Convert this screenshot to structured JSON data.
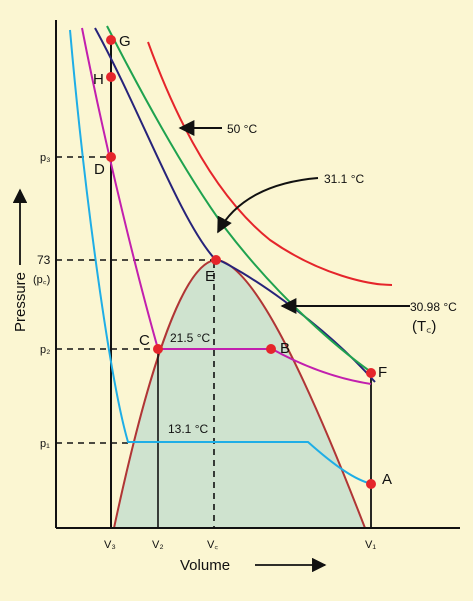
{
  "colors": {
    "background": "#fbf6d2",
    "dome_fill": "#cfe3cf",
    "dome_stroke": "#b03535",
    "isotherm_13_1": "#1faee6",
    "isotherm_21_5": "#c21fae",
    "isotherm_30_98": "#27237a",
    "isotherm_31_1": "#1fa24f",
    "isotherm_50": "#e5252b",
    "point": "#e5252b"
  },
  "axes": {
    "y_label": "Pressure",
    "x_label": "Volume",
    "y_ticks": {
      "p3": "p₃",
      "p73": "73",
      "pc": "(p꜀)",
      "p2": "p₂",
      "p1": "p₁"
    },
    "x_ticks": {
      "v3": "V₃",
      "v2": "V₂",
      "vc": "V꜀",
      "v1": "V₁"
    }
  },
  "isotherms": {
    "t50": "50 °C",
    "t31_1": "31.1 °C",
    "t30_98": "30.98 °C",
    "tc": "(T꜀)",
    "t21_5": "21.5 °C",
    "t13_1": "13.1 °C"
  },
  "points": [
    "G",
    "H",
    "D",
    "E",
    "C",
    "B",
    "F",
    "A"
  ]
}
